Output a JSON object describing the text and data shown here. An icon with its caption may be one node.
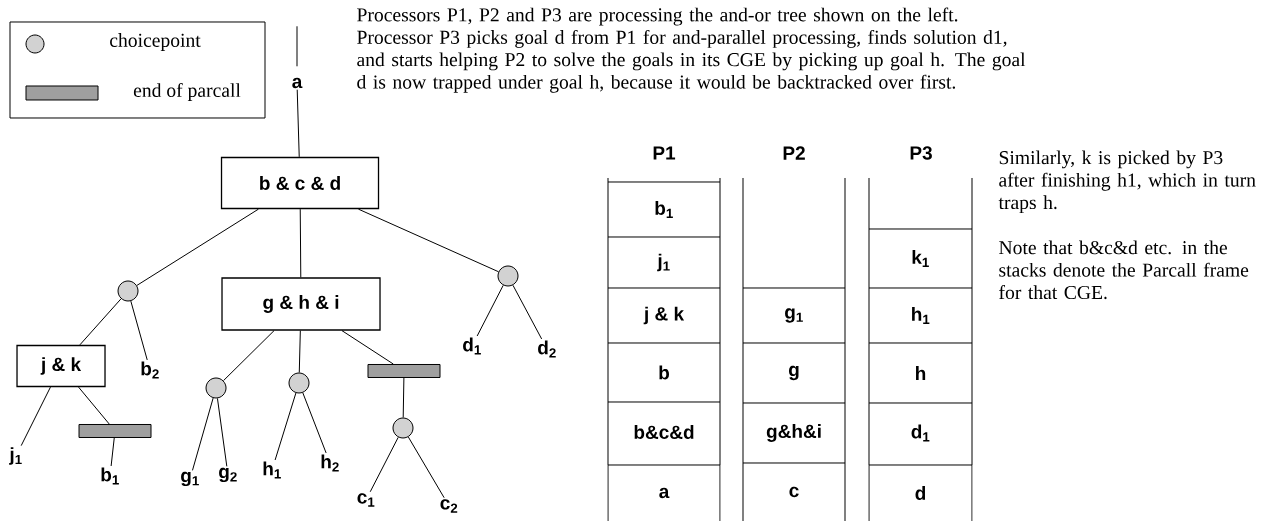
{
  "diagram": {
    "nodes": [
      {
        "text": [
          "a"
        ]
      },
      {
        "text": [
          "b & c & d"
        ]
      },
      {
        "text": [],
        "shape": "circle"
      },
      {
        "text": [
          "g & h & i"
        ]
      },
      {
        "text": [],
        "shape": "circle"
      },
      {
        "text": [
          "j & k"
        ]
      },
      {
        "text": [
          "b$_{2}$"
        ]
      },
      {
        "text": [],
        "shape": "circle"
      },
      {
        "text": [],
        "shape": "circle"
      },
      {
        "text": [],
        "shape": "bar"
      },
      {
        "text": [
          "d$_{1}$"
        ]
      },
      {
        "text": [
          "d$_{2}$"
        ]
      },
      {
        "text": [
          "j$_{1}$"
        ]
      },
      {
        "text": [],
        "shape": "bar"
      },
      {
        "text": [
          "b$_{1}$"
        ]
      },
      {
        "text": [
          "g$_{1}$"
        ]
      },
      {
        "text": [
          "g$_{2}$"
        ]
      },
      {
        "text": [
          "h$_{1}$"
        ]
      },
      {
        "text": [
          "h$_{2}$"
        ]
      },
      {
        "text": [],
        "shape": "circle"
      },
      {
        "text": [
          "c$_{1}$"
        ]
      },
      {
        "text": [
          "c$_{2}$"
        ]
      },
      {
        "text": [
          "b$_{1}$"
        ]
      },
      {
        "text": [
          "j$_{1}$"
        ]
      },
      {
        "text": [
          "j & k"
        ]
      },
      {
        "text": [
          "b"
        ]
      },
      {
        "text": [
          "b&c&d"
        ]
      },
      {
        "text": [
          "a"
        ]
      },
      {
        "text": [
          "g$_{1}$"
        ]
      },
      {
        "text": [
          "g"
        ]
      },
      {
        "text": [
          "g&h&i"
        ]
      },
      {
        "text": [
          "c"
        ]
      },
      {
        "text": [
          "k$_{1}$"
        ]
      },
      {
        "text": [
          "h$_{1}$"
        ]
      },
      {
        "text": [
          "h"
        ]
      },
      {
        "text": [
          "d$_{1}$"
        ]
      },
      {
        "text": [
          "d"
        ]
      }
    ],
    "edges": [
      {
        "from": null,
        "to": 0,
        "arrow": "none"
      },
      {
        "from": 0,
        "to": 1,
        "arrow": "none"
      },
      {
        "from": 1,
        "to": 2,
        "arrow": "none"
      },
      {
        "from": 1,
        "to": 3,
        "arrow": "none"
      },
      {
        "from": 1,
        "to": 4,
        "arrow": "none"
      },
      {
        "from": 2,
        "to": 5,
        "arrow": "none"
      },
      {
        "from": 2,
        "to": 6,
        "arrow": "none"
      },
      {
        "from": 3,
        "to": 7,
        "arrow": "none"
      },
      {
        "from": 3,
        "to": 8,
        "arrow": "none"
      },
      {
        "from": 3,
        "to": 9,
        "arrow": "none"
      },
      {
        "from": 4,
        "to": 10,
        "arrow": "none"
      },
      {
        "from": 4,
        "to": 11,
        "arrow": "none"
      },
      {
        "from": 5,
        "to": 12,
        "arrow": "none"
      },
      {
        "from": 5,
        "to": 13,
        "arrow": "none"
      },
      {
        "from": 13,
        "to": 14,
        "arrow": "none"
      },
      {
        "from": 7,
        "to": 15,
        "arrow": "none"
      },
      {
        "from": 7,
        "to": 16,
        "arrow": "none"
      },
      {
        "from": 8,
        "to": 17,
        "arrow": "none"
      },
      {
        "from": 8,
        "to": 18,
        "arrow": "none"
      },
      {
        "from": 9,
        "to": 19,
        "arrow": "none"
      },
      {
        "from": 19,
        "to": 20,
        "arrow": "none"
      },
      {
        "from": 19,
        "to": 21,
        "arrow": "none"
      }
    ],
    "labels": [
      "Processors P1, P2 and P3 are processing the and-or tree shown on the left. Processor P3 picks goal d from P1 for and-parallel processing, finds solution d1, and starts helping P2 to solve the goals in its CGE by picking up goal h. The goal d is now trapped under goal h, because it would be backtracked over first.",
      "P1",
      "P2",
      "P3",
      "Similarly, k is picked by P3 after finishing h1, which in turn traps h.",
      "Note that b&c&d etc. in the stacks denote the Parcall frame for that CGE."
    ],
    "legend": [
      {
        "text": "choicepoint"
      },
      {
        "text": "end of parcall"
      }
    ]
  }
}
